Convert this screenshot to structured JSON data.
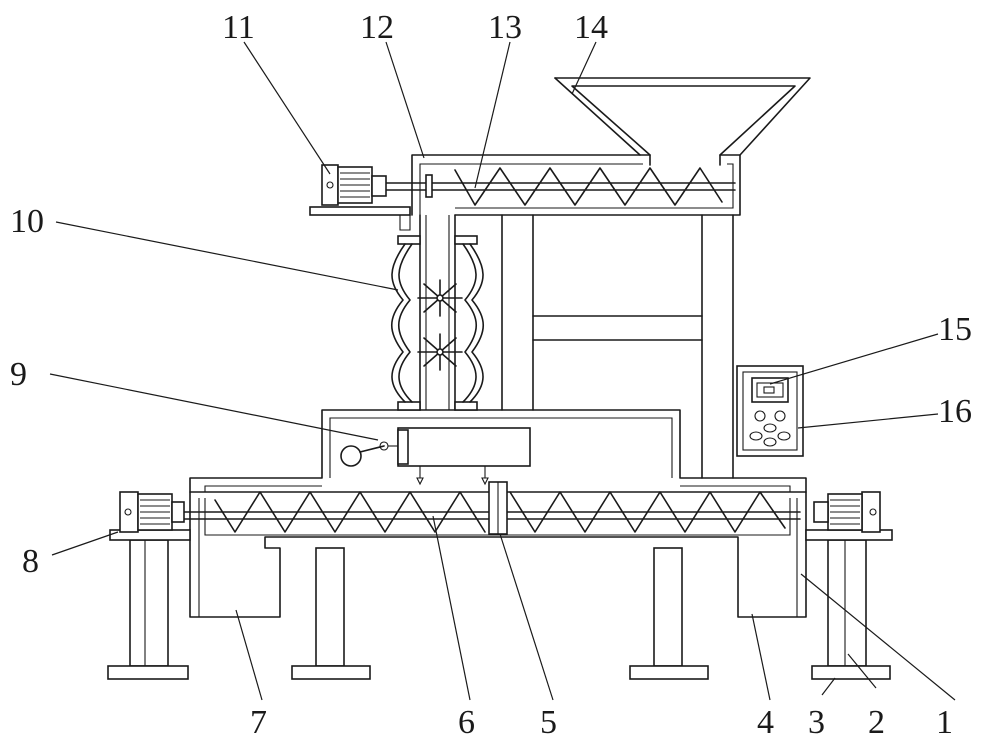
{
  "labels": [
    "1",
    "2",
    "3",
    "4",
    "5",
    "6",
    "7",
    "8",
    "9",
    "10",
    "11",
    "12",
    "13",
    "14",
    "15",
    "16"
  ]
}
